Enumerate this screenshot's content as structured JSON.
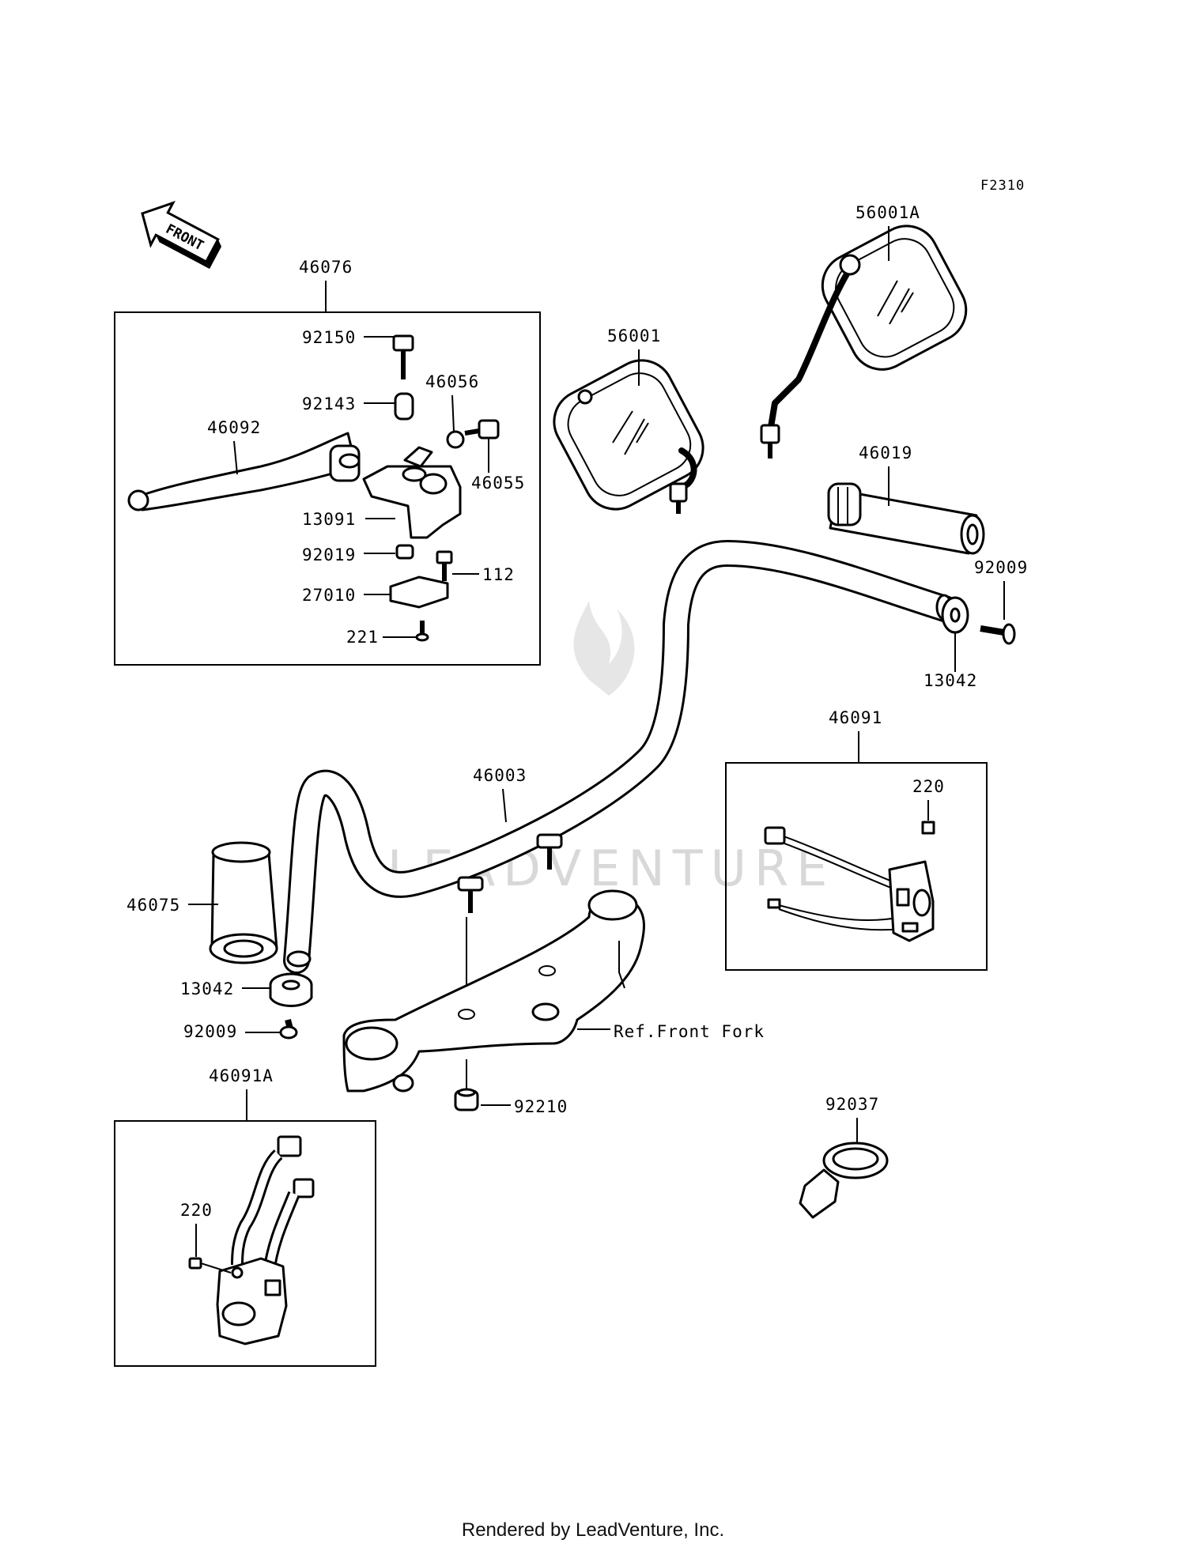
{
  "figure_code": "F2310",
  "front_arrow_label": "FRONT",
  "watermark": "LEADVENTURE",
  "reference_note": "Ref.Front Fork",
  "footer": "Rendered by LeadVenture, Inc.",
  "groups": {
    "brake_lever_assembly": "46076",
    "right_switch_box": "46091",
    "left_switch_box": "46091A"
  },
  "parts": {
    "p92150": "92150",
    "p92143": "92143",
    "p46056": "46056",
    "p46092": "46092",
    "p46055": "46055",
    "p13091": "13091",
    "p92019": "92019",
    "p112": "112",
    "p27010": "27010",
    "p221": "221",
    "p56001": "56001",
    "p56001A": "56001A",
    "p46019": "46019",
    "p92009_right": "92009",
    "p13042_right": "13042",
    "p46003": "46003",
    "p46075": "46075",
    "p13042_left": "13042",
    "p92009_left": "92009",
    "p92210": "92210",
    "p220_right": "220",
    "p220_left": "220",
    "p92037": "92037"
  }
}
